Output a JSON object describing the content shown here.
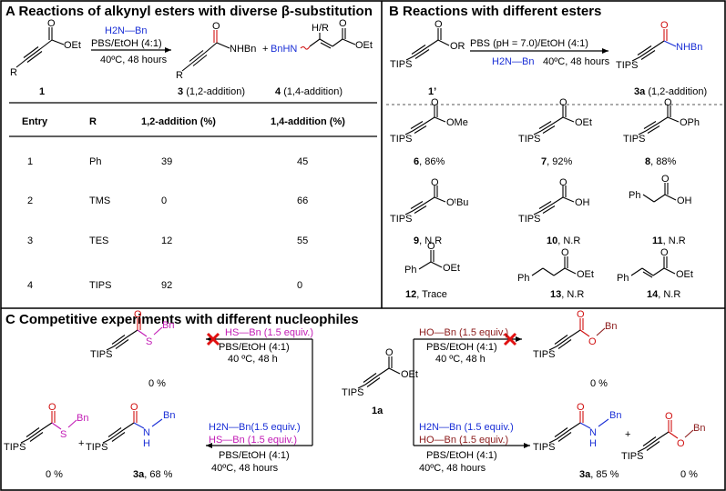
{
  "panelA": {
    "title": "A  Reactions of alkynyl esters with diverse β-substitution",
    "amine": "H2N—Bn",
    "conditions": "PBS/EtOH (4:1)",
    "temp": "40ºC, 48 hours",
    "R": "R",
    "OEt": "OEt",
    "NHBn": "NHBn",
    "plus": "+",
    "BnHN": "BnHN",
    "HR": "H/R",
    "cmpd1": "1",
    "cmpd3": "3",
    "cmpd3_note": "(1,2-addition)",
    "cmpd4": "4",
    "cmpd4_note": "(1,4-addition)",
    "table": {
      "headers": [
        "Entry",
        "R",
        "1,2-addition (%)",
        "1,4-addition (%)"
      ],
      "rows": [
        [
          "1",
          "Ph",
          "39",
          "45"
        ],
        [
          "2",
          "TMS",
          "0",
          "66"
        ],
        [
          "3",
          "TES",
          "12",
          "55"
        ],
        [
          "4",
          "TIPS",
          "92",
          "0"
        ]
      ]
    }
  },
  "panelB": {
    "title": "B  Reactions with different esters",
    "conditions": "PBS (pH = 7.0)/EtOH (4:1)",
    "amine": "H2N—Bn",
    "temp": "40ºC, 48 hours",
    "TIPS": "TIPS",
    "OR": "OR",
    "NHBn": "NHBn",
    "cmpd1p": "1’",
    "cmpd3a": "3a",
    "cmpd3a_note": "(1,2-addition)",
    "esters": [
      {
        "group": "OMe",
        "id": "6",
        "yield": ", 86%"
      },
      {
        "group": "OEt",
        "id": "7",
        "yield": ", 92%"
      },
      {
        "group": "OPh",
        "id": "8",
        "yield": ", 88%"
      },
      {
        "group": "OᵗBu",
        "id": "9",
        "yield": ", N.R"
      },
      {
        "group": "OH",
        "id": "10",
        "yield": ", N.R"
      },
      {
        "group": "OH",
        "id": "11",
        "yield": ", N.R"
      },
      {
        "group": "OEt",
        "id": "12",
        "yield": ", Trace"
      },
      {
        "group": "OEt",
        "id": "13",
        "yield": ", N.R"
      },
      {
        "group": "OEt",
        "id": "14",
        "yield": ", N.R"
      }
    ],
    "Ph": "Ph"
  },
  "panelC": {
    "title": "C  Competitive experiments with different nucleophiles",
    "TIPS": "TIPS",
    "S": "S",
    "O": "O",
    "N": "N",
    "H": "H",
    "Bn": "Bn",
    "OEt": "OEt",
    "cmpd1a": "1a",
    "cmpd3a": "3a",
    "plus": "+",
    "thiol": "HS—Bn (1.5 equiv.)",
    "alcohol": "HO—Bn  (1.5 equiv.)",
    "amine": "H2N—Bn(1.5 equiv.)",
    "amine2": "H2N—Bn (1.5 equiv.)",
    "alcohol2": "HO—Bn  (1.5 equiv.)",
    "conditions": "PBS/EtOH (4:1)",
    "temp_h": "40 ºC, 48 h",
    "temp_hours": "40ºC, 48 hours",
    "yield0": "0 %",
    "yield68": ", 68 %",
    "yield85": ", 85 %"
  }
}
